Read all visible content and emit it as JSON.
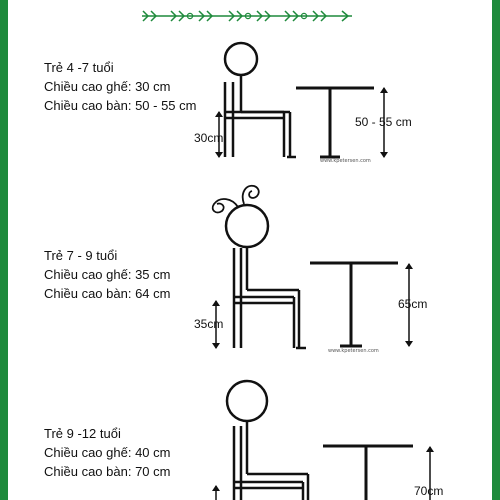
{
  "colors": {
    "ink": "#111111",
    "frame": "#1e8a3c",
    "ornament": "#1e8a3c"
  },
  "ornament_icon": "arrow-ornament",
  "watermark": "www.kpetersen.com",
  "panels": [
    {
      "age": "Trẻ 4 -7 tuổi",
      "chair_line": "Chiều cao ghế: 30 cm",
      "table_line": "Chiều cao bàn: 50 - 55 cm",
      "chair_dim": "30cm",
      "table_dim": "50 - 55 cm",
      "has_curls": false
    },
    {
      "age": "Trẻ 7 - 9 tuổi",
      "chair_line": "Chiều cao ghế: 35 cm",
      "table_line": "Chiều cao bàn: 64 cm",
      "chair_dim": "35cm",
      "table_dim": "65cm",
      "has_curls": true
    },
    {
      "age": "Trẻ 9 -12 tuổi",
      "chair_line": "Chiều cao ghế: 40 cm",
      "table_line": "Chiều cao bàn: 70 cm",
      "chair_dim": "",
      "table_dim": "70cm",
      "has_curls": false
    }
  ]
}
